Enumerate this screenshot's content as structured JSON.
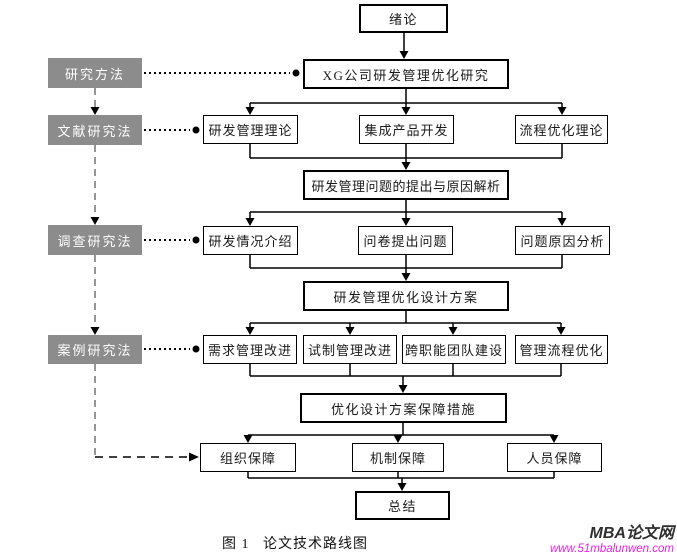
{
  "diagram": {
    "nodes": {
      "intro": "绪论",
      "main_topic": "XG公司研发管理优化研究",
      "problem": "研发管理问题的提出与原因解析",
      "design": "研发管理优化设计方案",
      "safeguard": "优化设计方案保障措施",
      "summary": "总结"
    },
    "method_column": [
      "研究方法",
      "文献研究法",
      "调查研究法",
      "案例研究法"
    ],
    "theory_row": [
      "研发管理理论",
      "集成产品开发",
      "流程优化理论"
    ],
    "survey_row": [
      "研发情况介绍",
      "问卷提出问题",
      "问题原因分析"
    ],
    "improvement_row": [
      "需求管理改进",
      "试制管理改进",
      "跨职能团队建设",
      "管理流程优化"
    ],
    "safeguard_row": [
      "组织保障",
      "机制保障",
      "人员保障"
    ]
  },
  "caption": "图 1   论文技术路线图",
  "watermark": {
    "site_name": "MBA论文网",
    "site_url": "www.51mbalunwen.com"
  },
  "colors": {
    "method_box_bg": "#8c8c8c",
    "method_box_text": "#ffffff",
    "line_color": "#000000",
    "watermark_name_color": "#2f2f2f",
    "watermark_url_color": "#e822e8"
  }
}
